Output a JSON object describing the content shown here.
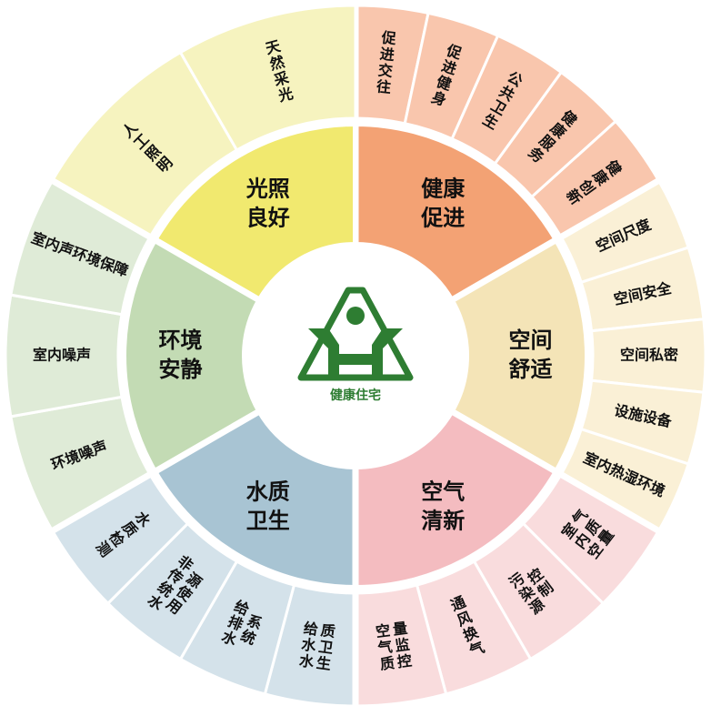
{
  "sectors": [
    {
      "id": "health",
      "title_lines": [
        "健康",
        "促进"
      ],
      "inner_color": "#f3a274",
      "outer_color": "#f9c6ad",
      "items": [
        "促进交往",
        "促进健身",
        "公共卫生",
        "健康服务",
        "健康创新"
      ]
    },
    {
      "id": "space",
      "title_lines": [
        "空间",
        "舒适"
      ],
      "inner_color": "#f4e4b7",
      "outer_color": "#faf0d6",
      "items": [
        "空间尺度",
        "空间安全",
        "空间私密",
        "设施设备",
        "室内热湿环境"
      ]
    },
    {
      "id": "air",
      "title_lines": [
        "空气",
        "清新"
      ],
      "inner_color": "#f4bcc0",
      "outer_color": "#f9dcdd",
      "items": [
        "室内空气质量",
        "污染源控制",
        "通风换气",
        "空气质量监控"
      ]
    },
    {
      "id": "water",
      "title_lines": [
        "水质",
        "卫生"
      ],
      "inner_color": "#a8c4d3",
      "outer_color": "#d4e2ea",
      "items": [
        "给水水质卫生",
        "给排水系统",
        "非传统水源使用",
        "水质检测"
      ]
    },
    {
      "id": "quiet",
      "title_lines": [
        "环境",
        "安静"
      ],
      "inner_color": "#c3dbb4",
      "outer_color": "#dfebd7",
      "items": [
        "环境噪声",
        "室内噪声",
        "室内声环境保障"
      ]
    },
    {
      "id": "light",
      "title_lines": [
        "光照",
        "良好"
      ],
      "inner_color": "#f1e96f",
      "outer_color": "#f6f3bf",
      "items": [
        "人工照明",
        "天然采光"
      ]
    }
  ],
  "center": {
    "logo_text": "健康住宅",
    "logo_color": "#2e7d32"
  }
}
